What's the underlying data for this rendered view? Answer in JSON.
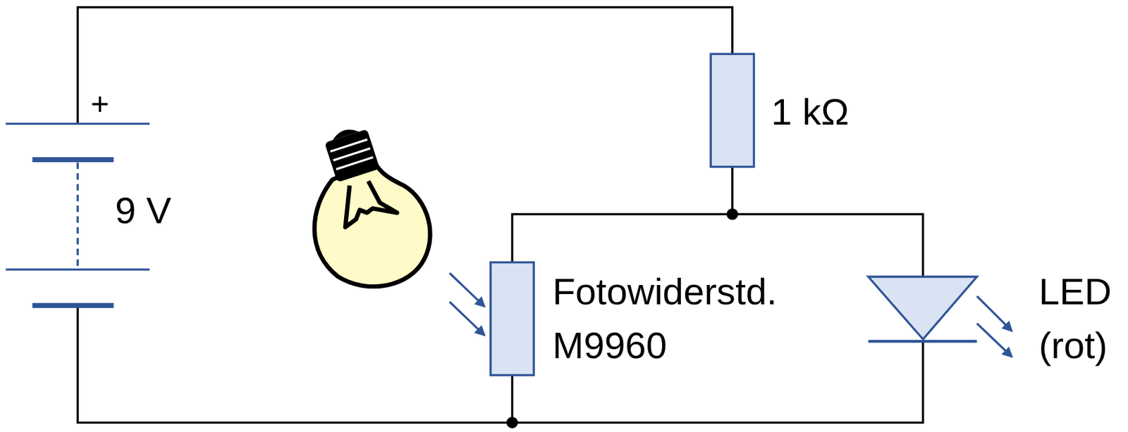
{
  "diagram": {
    "labels": [
      "+",
      "9 V",
      "1 kΩ",
      "Fotowiderstd. M9960",
      "LED (rot)"
    ]
  }
}
